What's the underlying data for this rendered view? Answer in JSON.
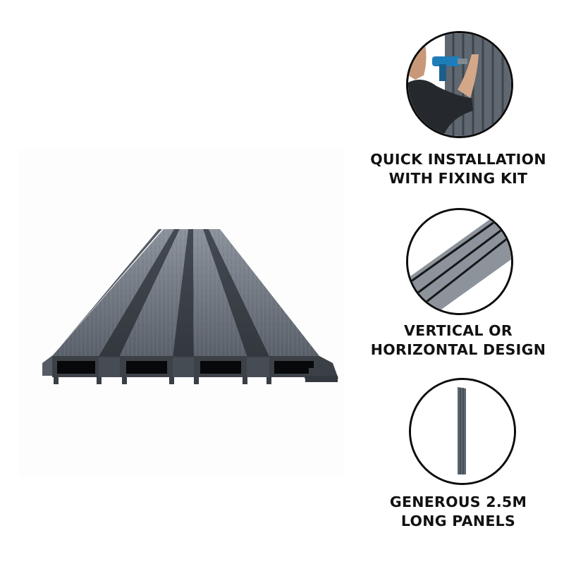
{
  "product": {
    "name": "slatted-composite-cladding-panel",
    "color": "#4a5058",
    "slat_count": 4
  },
  "features": [
    {
      "id": "installation",
      "icon": "drill-installation-photo",
      "lines": [
        "QUICK INSTALLATION",
        "WITH FIXING KIT"
      ]
    },
    {
      "id": "orientation",
      "icon": "angled-panel-closeup",
      "lines": [
        "VERTICAL OR",
        "HORIZONTAL DESIGN"
      ]
    },
    {
      "id": "length",
      "icon": "full-length-panel",
      "lines": [
        "GENEROUS 2.5M",
        "LONG PANELS"
      ]
    }
  ],
  "colors": {
    "text": "#111111",
    "circle_border": "#0c0c0c",
    "panel_grey": "#5f6670",
    "panel_dark": "#2b2f35"
  }
}
